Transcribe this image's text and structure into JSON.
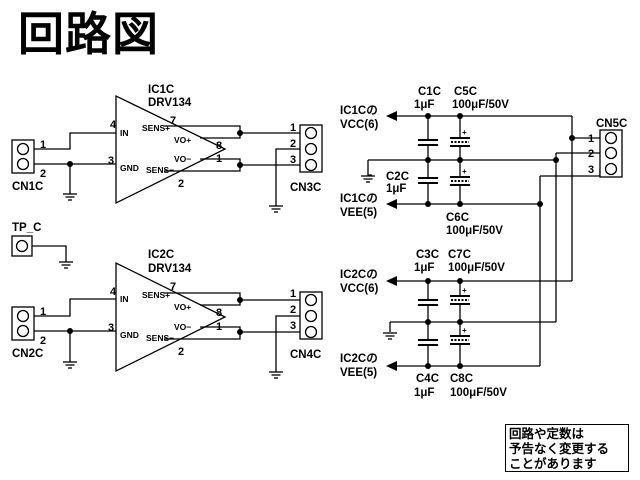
{
  "title": "回路図",
  "amplifiers": [
    {
      "ref": "IC1C",
      "part": "DRV134",
      "in_label": "IN",
      "gnd_label": "GND",
      "sens_plus_label": "SENS+",
      "vo_plus_label": "VO+",
      "vo_minus_label": "VO−",
      "sens_minus_label": "SENS−",
      "pin_in": "4",
      "pin_gnd": "3",
      "pin_sens_plus": "7",
      "pin_vo_plus": "8",
      "pin_vo_minus": "1",
      "pin_sens_minus": "2",
      "input_connector": {
        "ref": "CN1C",
        "pin1": "1",
        "pin2": "2"
      },
      "output_connector": {
        "ref": "CN3C",
        "pin1": "1",
        "pin2": "2",
        "pin3": "3"
      }
    },
    {
      "ref": "IC2C",
      "part": "DRV134",
      "in_label": "IN",
      "gnd_label": "GND",
      "sens_plus_label": "SENS+",
      "vo_plus_label": "VO+",
      "vo_minus_label": "VO−",
      "sens_minus_label": "SENS−",
      "pin_in": "4",
      "pin_gnd": "3",
      "pin_sens_plus": "7",
      "pin_vo_plus": "8",
      "pin_vo_minus": "1",
      "pin_sens_minus": "2",
      "input_connector": {
        "ref": "CN2C",
        "pin1": "1",
        "pin2": "2"
      },
      "output_connector": {
        "ref": "CN4C",
        "pin1": "1",
        "pin2": "2",
        "pin3": "3"
      }
    }
  ],
  "test_point": "TP_C",
  "power_rails": {
    "ic1_vcc_line1": "IC1Cの",
    "ic1_vcc_line2": "VCC(6)",
    "ic1_vee_line1": "IC1Cの",
    "ic1_vee_line2": "VEE(5)",
    "ic2_vcc_line1": "IC2Cの",
    "ic2_vcc_line2": "VCC(6)",
    "ic2_vee_line1": "IC2Cの",
    "ic2_vee_line2": "VEE(5)"
  },
  "capacitors": {
    "c1_ref": "C1C",
    "c1_value": "1μF",
    "c2_ref": "C2C",
    "c2_value": "1μF",
    "c3_ref": "C3C",
    "c3_value": "1μF",
    "c4_ref": "C4C",
    "c4_value": "1μF",
    "c5_ref": "C5C",
    "c5_value": "100μF/50V",
    "c6_ref": "C6C",
    "c6_value": "100μF/50V",
    "c7_ref": "C7C",
    "c7_value": "100μF/50V",
    "c8_ref": "C8C",
    "c8_value": "100μF/50V",
    "polarity": "+"
  },
  "power_connector": {
    "ref": "CN5C",
    "pin1": "1",
    "pin2": "2",
    "pin3": "3"
  },
  "note": {
    "line1": "回路や定数は",
    "line2": "予告なく変更する",
    "line3": "ことがあります"
  }
}
